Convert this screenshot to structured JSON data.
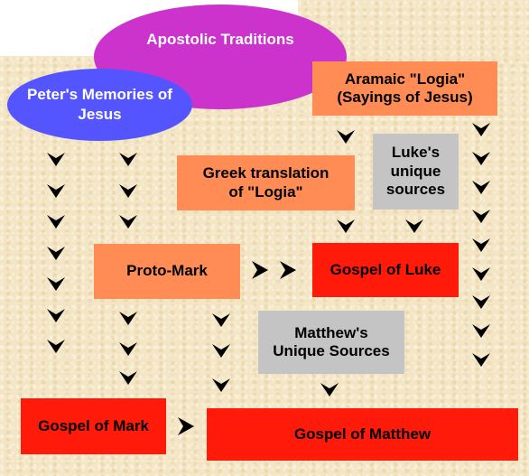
{
  "nodes": {
    "apostolic": {
      "label": "Apostolic Traditions",
      "color": "#cc33cc"
    },
    "peters": {
      "label": "Peter's Memories of Jesus",
      "color": "#5555ff"
    },
    "aramaic": {
      "label": "Aramaic \"Logia\"\n(Sayings of Jesus)",
      "color": "#ff8c55"
    },
    "lukes_unique": {
      "label": "Luke's\nunique\nsources",
      "color": "#c4c4c4"
    },
    "greek": {
      "label": "Greek translation\nof \"Logia\"",
      "color": "#ff8c55"
    },
    "proto_mark": {
      "label": "Proto-Mark",
      "color": "#ff8c55"
    },
    "gospel_luke": {
      "label": "Gospel of Luke",
      "color": "#ff1a0a"
    },
    "matthews_unique": {
      "label": "Matthew's\nUnique Sources",
      "color": "#c4c4c4"
    },
    "gospel_mark": {
      "label": "Gospel of Mark",
      "color": "#ff1a0a"
    },
    "gospel_matthew": {
      "label": "Gospel of Matthew",
      "color": "#ff1a0a"
    }
  },
  "arrow_icon": "chevron-arrowhead",
  "arrow_color": "#000000"
}
